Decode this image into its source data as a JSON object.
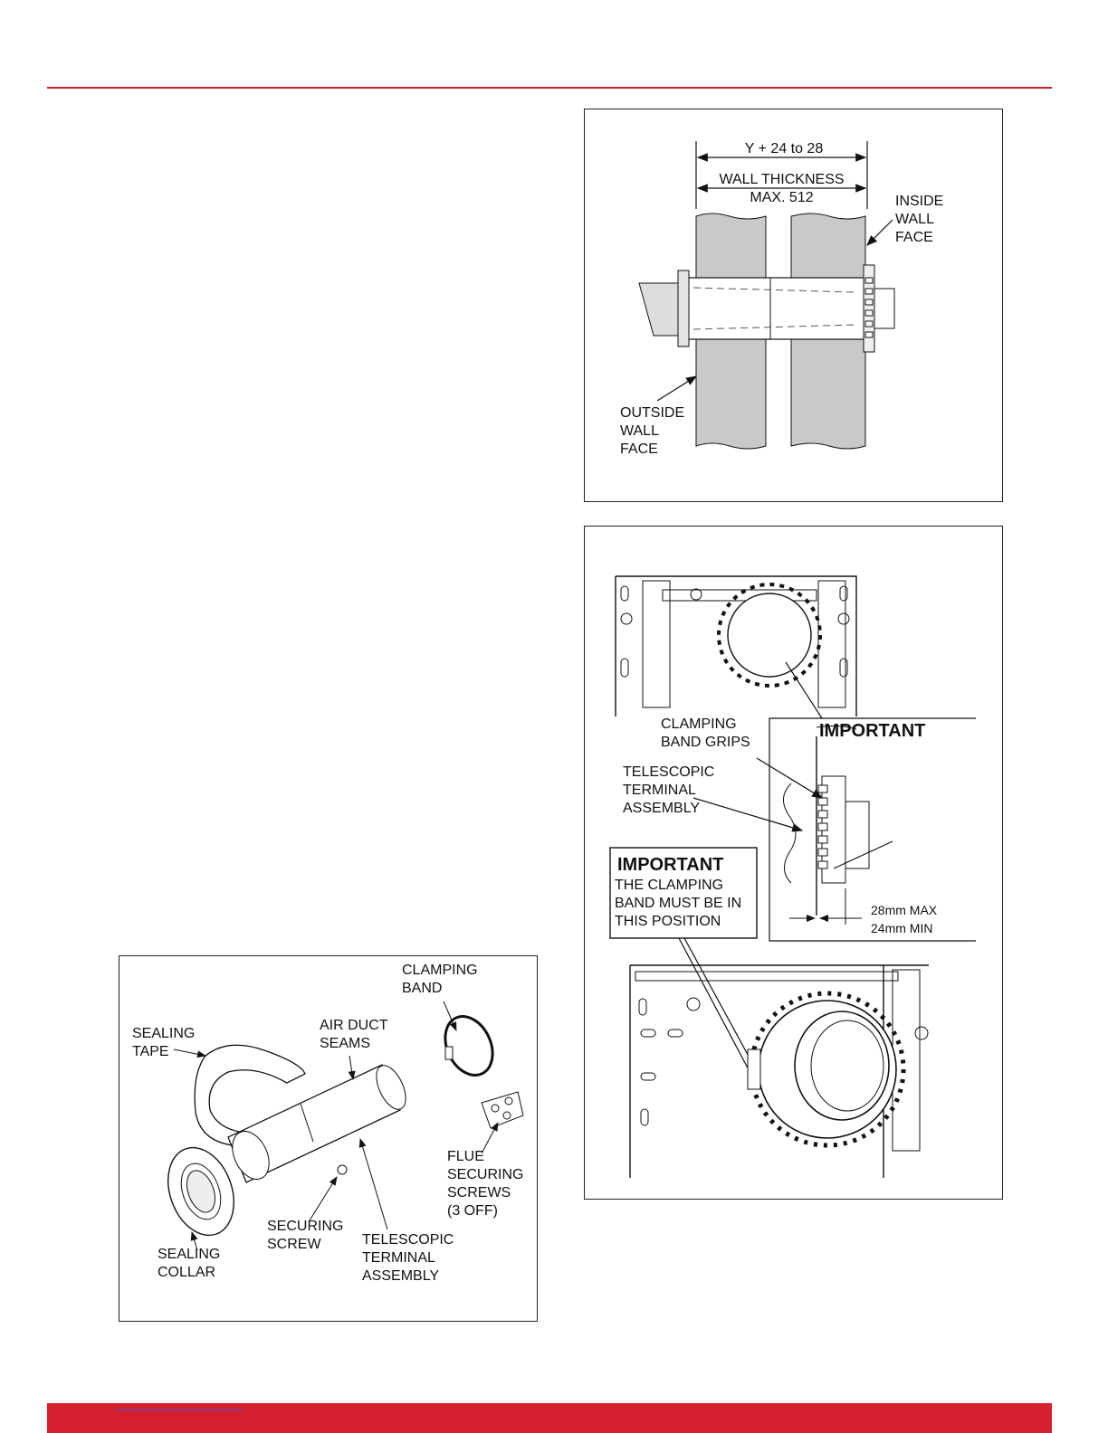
{
  "wall_figure": {
    "dimension_top": "Y + 24 to 28",
    "wall_thickness": "WALL THICKNESS\nMAX. 512",
    "inside_face": "INSIDE\nWALL\nFACE",
    "outside_face": "OUTSIDE\nWALL\nFACE"
  },
  "band_figure": {
    "important_main": "IMPORTANT",
    "band_grips": "CLAMPING\nBAND GRIPS",
    "telescopic": "TELESCOPIC\nTERMINAL\nASSEMBLY",
    "max": "28mm MAX",
    "min": "24mm MIN",
    "important_box_title": "IMPORTANT",
    "important_box_text": "THE CLAMPING\nBAND MUST BE IN\nTHIS POSITION"
  },
  "kit_figure": {
    "clamping_band": "CLAMPING\nBAND",
    "sealing_tape": "SEALING\nTAPE",
    "air_duct_seams": "AIR DUCT\nSEAMS",
    "flue_screws": "FLUE\nSECURING\nSCREWS\n(3 OFF)",
    "securing_screw": "SECURING\nSCREW",
    "telescopic": "TELESCOPIC\nTERMINAL\nASSEMBLY",
    "sealing_collar": "SEALING\nCOLLAR"
  }
}
